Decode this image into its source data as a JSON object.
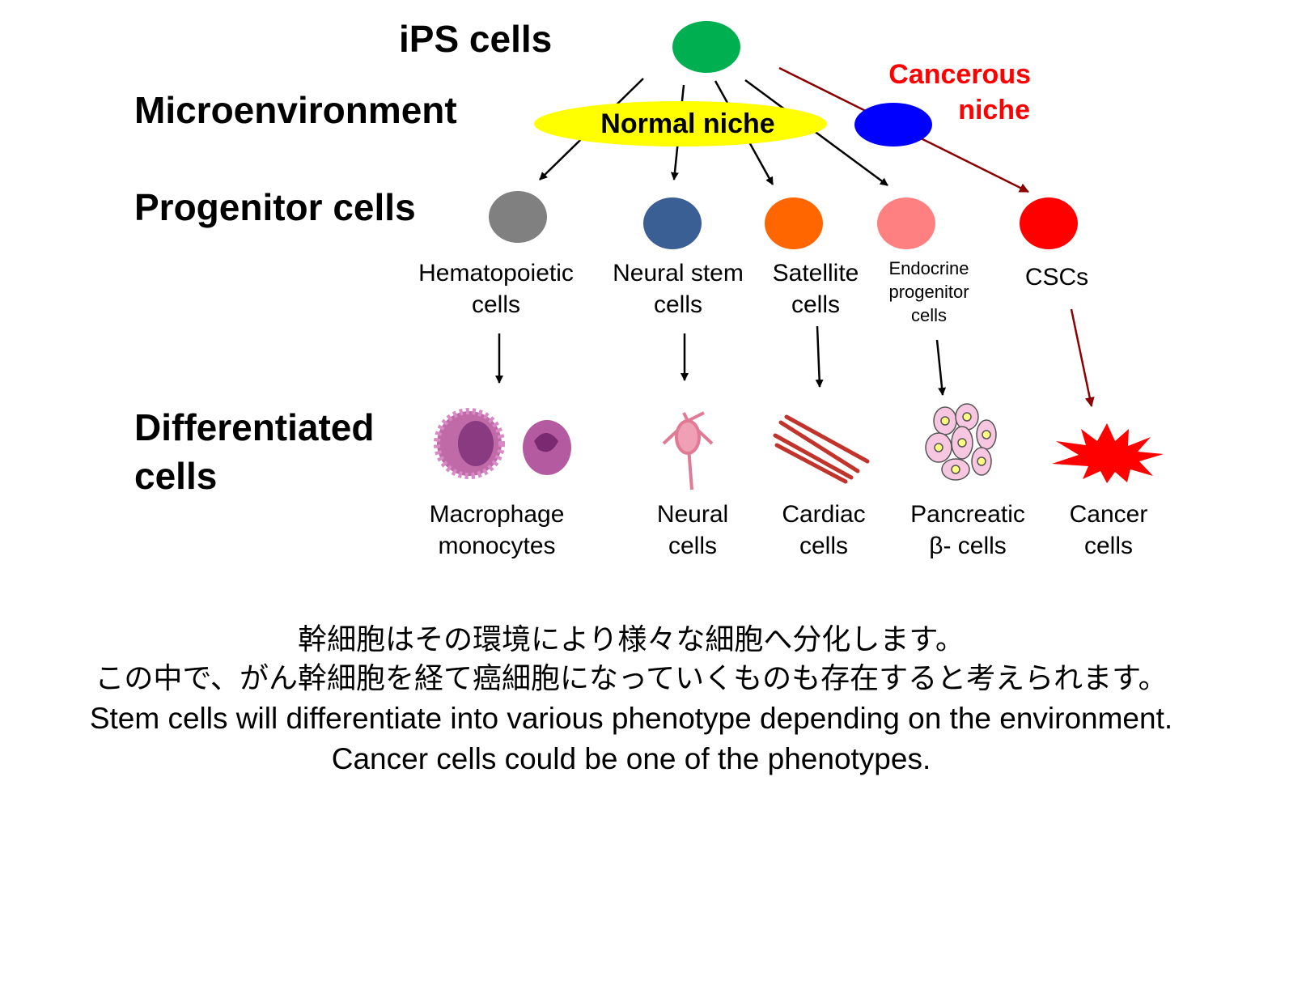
{
  "headings": {
    "ips": "iPS cells",
    "micro": "Microenvironment",
    "progenitor": "Progenitor cells",
    "differentiated_1": "Differentiated",
    "differentiated_2": "cells"
  },
  "niches": {
    "normal": "Normal niche",
    "cancerous_1": "Cancerous",
    "cancerous_2": "niche"
  },
  "progenitors": [
    {
      "l1": "Hematopoietic",
      "l2": "cells",
      "color": "#808080"
    },
    {
      "l1": "Neural stem",
      "l2": "cells",
      "color": "#3a5f95"
    },
    {
      "l1": "Satellite",
      "l2": "cells",
      "color": "#ff6600"
    },
    {
      "l1": "Endocrine",
      "l2": "progenitor",
      "l3": "cells",
      "color": "#ff8080"
    },
    {
      "l1": "CSCs",
      "color": "#ff0000"
    }
  ],
  "differentiated": [
    {
      "l1": "Macrophage",
      "l2": "monocytes"
    },
    {
      "l1": "Neural",
      "l2": "cells"
    },
    {
      "l1": "Cardiac",
      "l2": "cells"
    },
    {
      "l1": "Pancreatic",
      "l2": "β- cells"
    },
    {
      "l1": "Cancer",
      "l2": "cells"
    }
  ],
  "caption": {
    "jp1": "幹細胞はその環境により様々な細胞へ分化します。",
    "jp2": "この中で、がん幹細胞を経て癌細胞になっていくものも存在すると考えられます。",
    "en1": "Stem cells will differentiate into various phenotype depending on the environment.",
    "en2": "Cancer cells could be one of the phenotypes."
  },
  "colors": {
    "ips": "#00b050",
    "normal_niche": "#ffff00",
    "cancer_niche": "#0000ff",
    "cancer_arrow": "#8b0000",
    "cancer_text": "#ff0000"
  }
}
